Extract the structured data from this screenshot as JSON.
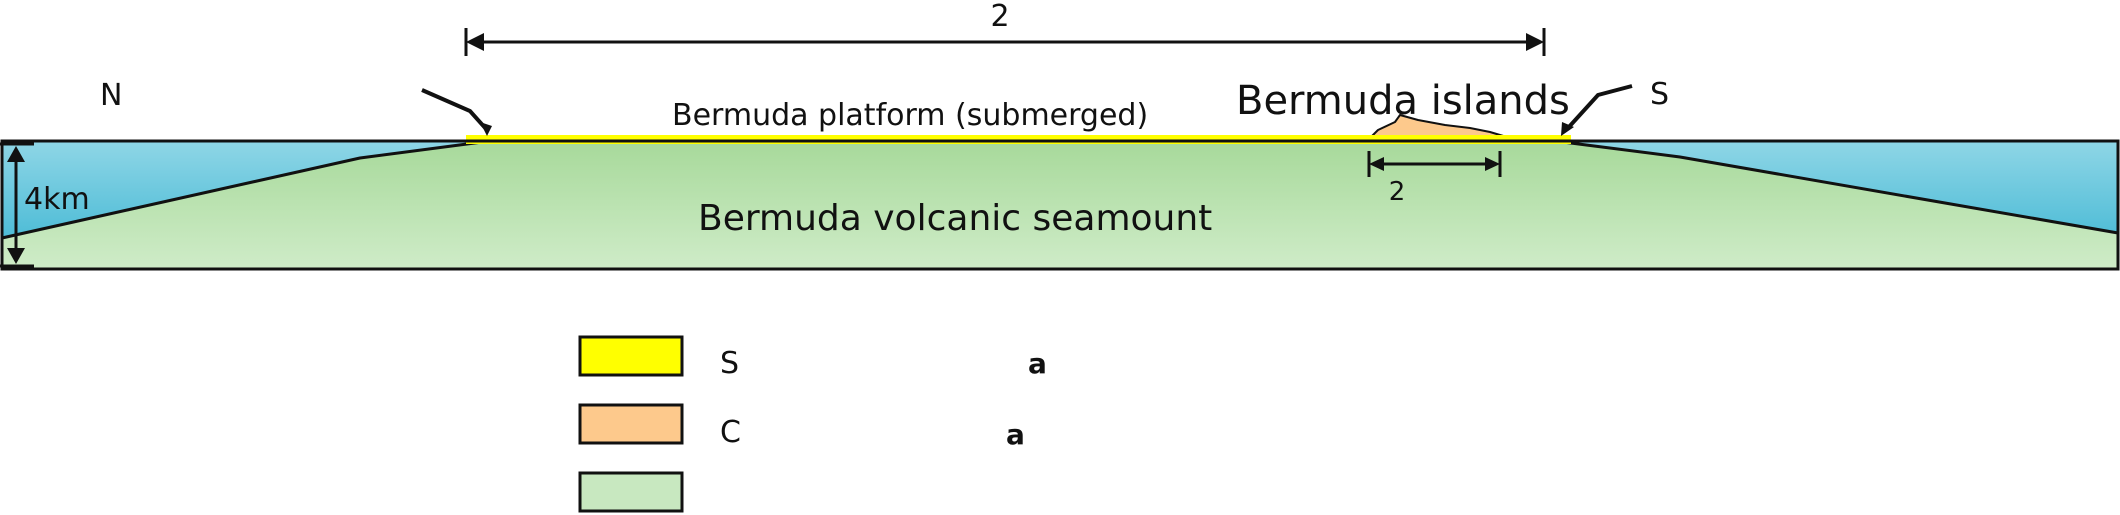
{
  "labels": {
    "north": "N",
    "south": "S",
    "width_top": "2",
    "width_islands": "2",
    "depth": "4km",
    "platform": "Bermuda platform (submerged)",
    "islands": "Bermuda islands",
    "seamount": "Bermuda volcanic seamount"
  },
  "legend": [
    {
      "swatch_color": "#ffff00",
      "label": "S",
      "note": "a"
    },
    {
      "swatch_color": "#fdc98c",
      "label": "C",
      "note": "a"
    },
    {
      "swatch_color": "#c8e8c0",
      "label": "",
      "note": ""
    }
  ],
  "colors": {
    "ocean_top": "#8fd6e6",
    "ocean_bottom": "#39b4d2",
    "seamount_top": "#a7d99a",
    "seamount_bottom": "#cfecc8",
    "platform": "#ffff00",
    "islands": "#fdc98c",
    "outline": "#111111"
  }
}
